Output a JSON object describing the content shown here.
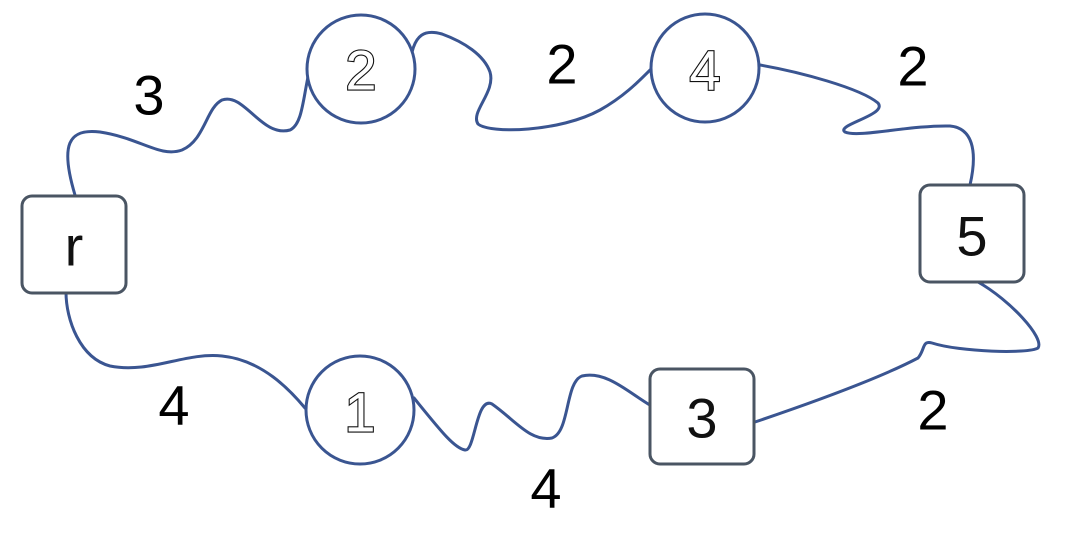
{
  "diagram": {
    "nodes": [
      {
        "id": "r",
        "label": "r",
        "shape": "square"
      },
      {
        "id": "n2",
        "label": "2",
        "shape": "circle"
      },
      {
        "id": "n4",
        "label": "4",
        "shape": "circle"
      },
      {
        "id": "n5",
        "label": "5",
        "shape": "square"
      },
      {
        "id": "n3",
        "label": "3",
        "shape": "square"
      },
      {
        "id": "n1",
        "label": "1",
        "shape": "circle"
      }
    ],
    "edges": [
      {
        "from": "r",
        "to": "n2",
        "weight": "3"
      },
      {
        "from": "n2",
        "to": "n4",
        "weight": "2"
      },
      {
        "from": "n4",
        "to": "n5",
        "weight": "2"
      },
      {
        "from": "n5",
        "to": "n3",
        "weight": "2"
      },
      {
        "from": "n3",
        "to": "n1",
        "weight": "4"
      },
      {
        "from": "n1",
        "to": "r",
        "weight": "4"
      }
    ],
    "colors": {
      "edge": "#3a5591",
      "circle_border": "#3a5591",
      "square_border": "#4a5563",
      "text": "#000000"
    }
  }
}
